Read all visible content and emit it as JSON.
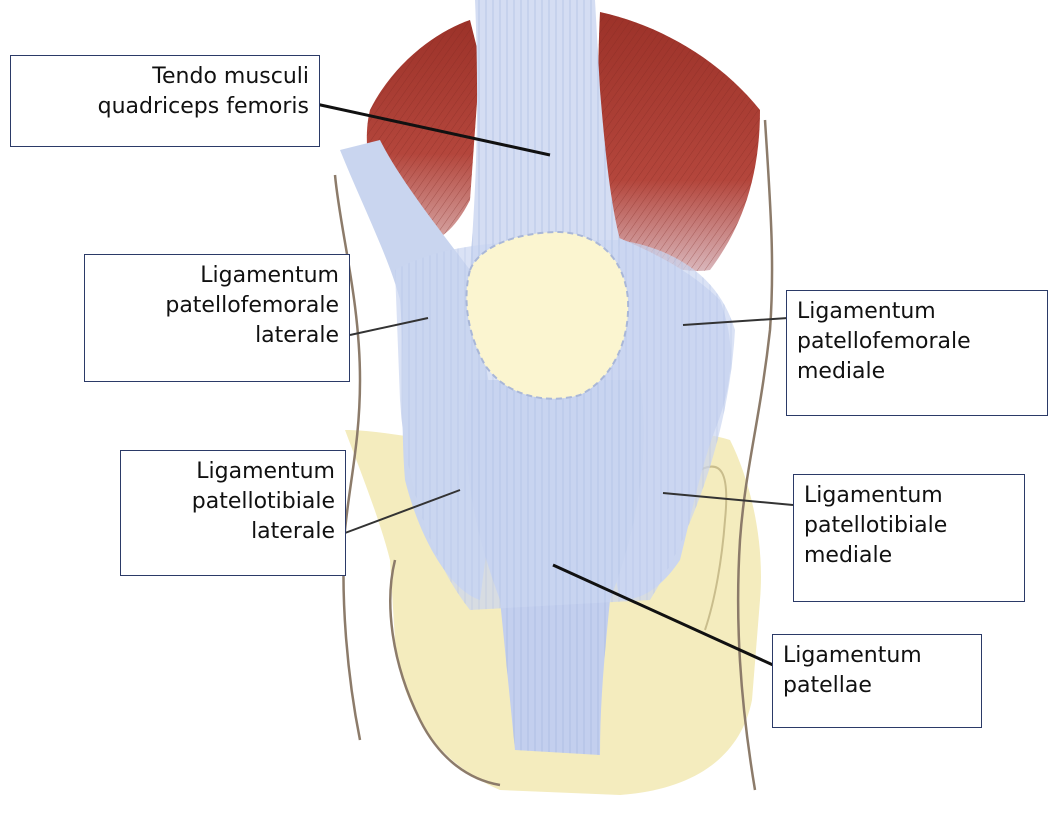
{
  "labels": {
    "quadriceps_tendon": {
      "lines": [
        "Tendo musculi",
        "quadriceps femoris"
      ]
    },
    "lateral_patellofemoral": {
      "lines": [
        "Ligamentum",
        "patellofemorale",
        "laterale"
      ]
    },
    "medial_patellofemoral": {
      "lines": [
        "Ligamentum",
        "patellofemorale",
        "mediale"
      ]
    },
    "lateral_patellotibial": {
      "lines": [
        "Ligamentum",
        "patellotibiale",
        "laterale"
      ]
    },
    "medial_patellotibial": {
      "lines": [
        "Ligamentum",
        "patellotibiale",
        "mediale"
      ]
    },
    "patellar_ligament": {
      "lines": [
        "Ligamentum",
        "patellae"
      ]
    }
  },
  "colors": {
    "muscle": "#a8392f",
    "tendon": "#c7d3ee",
    "tendon_stripe": "#8fa4d6",
    "patella": "#fbf5d0",
    "bone": "#f4ecbe",
    "outline": "#8c7b6a",
    "leader_line": "#111111",
    "box_border": "#2b3a67"
  }
}
